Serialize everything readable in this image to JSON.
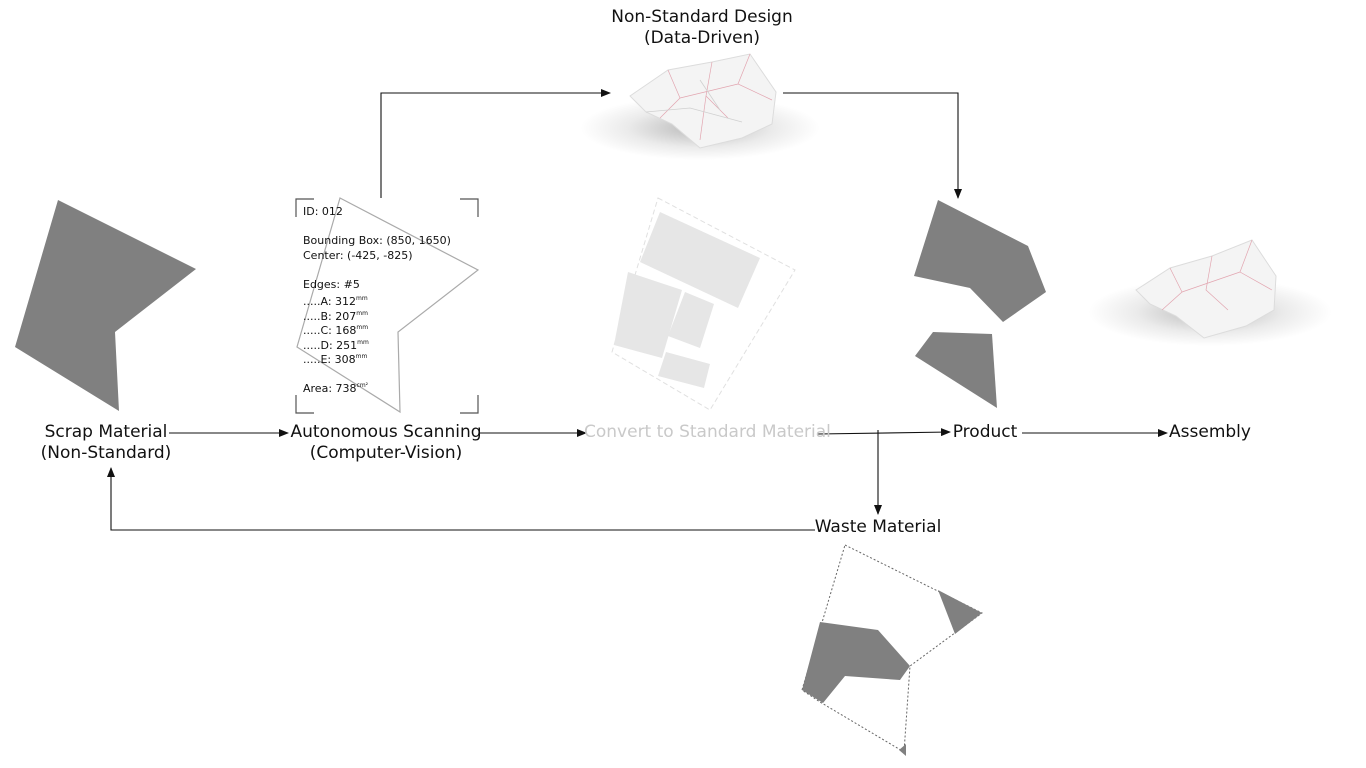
{
  "nodes": {
    "scrap": {
      "line1": "Scrap Material",
      "line2": "(Non-Standard)"
    },
    "scanning": {
      "line1": "Autonomous Scanning",
      "line2": "(Computer-Vision)"
    },
    "convert": {
      "line1": "Convert to Standard Material"
    },
    "design": {
      "line1": "Non-Standard Design",
      "line2": "(Data-Driven)"
    },
    "product": {
      "line1": "Product"
    },
    "assembly": {
      "line1": "Assembly"
    },
    "waste": {
      "line1": "Waste Material"
    }
  },
  "scan_info": {
    "id": "ID: 012",
    "bbox": "Bounding Box: (850, 1650)",
    "center": "Center: (-425, -825)",
    "edges": "Edges: #5",
    "edge_a": ".....A: 312",
    "edge_b": ".....B: 207",
    "edge_c": ".....C: 168",
    "edge_d": ".....D: 251",
    "edge_e": ".....E: 308",
    "edge_unit": "mm",
    "area": "Area: 738",
    "area_unit": "cm²"
  },
  "colors": {
    "shape_fill": "#808080",
    "muted_fill": "#e6e6e6",
    "muted_text": "#c9c9c9",
    "line": "#111111"
  }
}
